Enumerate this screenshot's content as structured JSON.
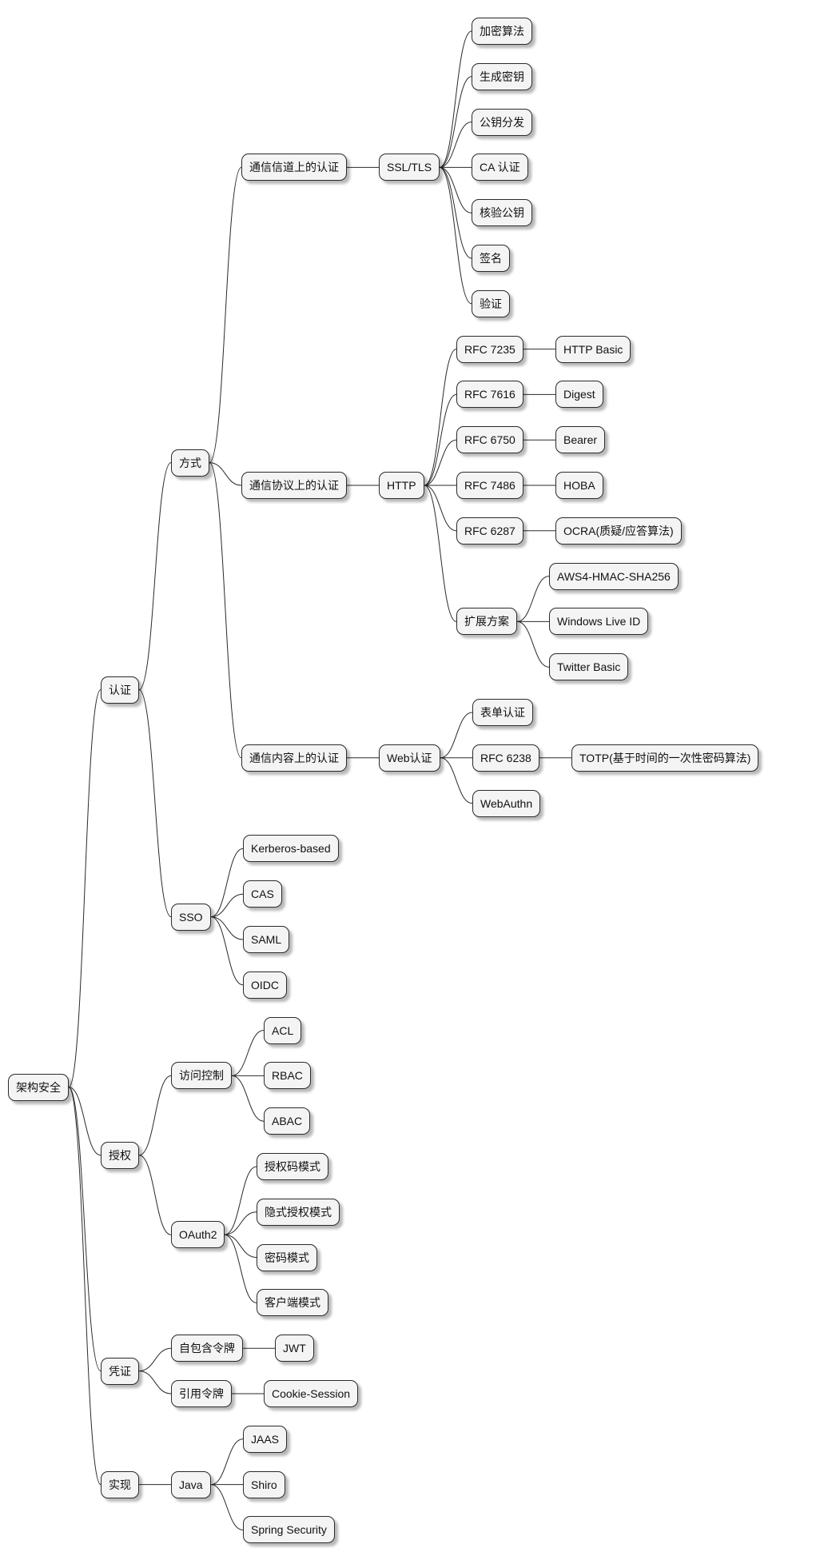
{
  "root": {
    "label": "架构安全",
    "children": [
      {
        "label": "认证",
        "children": [
          {
            "label": "方式",
            "children": [
              {
                "label": "通信信道上的认证",
                "children": [
                  {
                    "label": "SSL/TLS",
                    "children": [
                      {
                        "label": "加密算法"
                      },
                      {
                        "label": "生成密钥"
                      },
                      {
                        "label": "公钥分发"
                      },
                      {
                        "label": "CA 认证"
                      },
                      {
                        "label": "核验公钥"
                      },
                      {
                        "label": "签名"
                      },
                      {
                        "label": "验证"
                      }
                    ]
                  }
                ]
              },
              {
                "label": "通信协议上的认证",
                "children": [
                  {
                    "label": "HTTP",
                    "children": [
                      {
                        "label": "RFC 7235",
                        "children": [
                          {
                            "label": "HTTP Basic"
                          }
                        ]
                      },
                      {
                        "label": "RFC 7616",
                        "children": [
                          {
                            "label": "Digest"
                          }
                        ]
                      },
                      {
                        "label": "RFC 6750",
                        "children": [
                          {
                            "label": "Bearer"
                          }
                        ]
                      },
                      {
                        "label": "RFC 7486",
                        "children": [
                          {
                            "label": "HOBA"
                          }
                        ]
                      },
                      {
                        "label": "RFC 6287",
                        "children": [
                          {
                            "label": "OCRA(质疑/应答算法)"
                          }
                        ]
                      },
                      {
                        "label": "扩展方案",
                        "children": [
                          {
                            "label": "AWS4-HMAC-SHA256"
                          },
                          {
                            "label": "Windows Live ID"
                          },
                          {
                            "label": "Twitter Basic"
                          }
                        ]
                      }
                    ]
                  }
                ]
              },
              {
                "label": "通信内容上的认证",
                "children": [
                  {
                    "label": "Web认证",
                    "children": [
                      {
                        "label": "表单认证"
                      },
                      {
                        "label": "RFC 6238",
                        "children": [
                          {
                            "label": "TOTP(基于时间的一次性密码算法)"
                          }
                        ]
                      },
                      {
                        "label": "WebAuthn"
                      }
                    ]
                  }
                ]
              }
            ]
          },
          {
            "label": "SSO",
            "children": [
              {
                "label": "Kerberos-based"
              },
              {
                "label": "CAS"
              },
              {
                "label": "SAML"
              },
              {
                "label": "OIDC"
              }
            ]
          }
        ]
      },
      {
        "label": "授权",
        "children": [
          {
            "label": "访问控制",
            "children": [
              {
                "label": "ACL"
              },
              {
                "label": "RBAC"
              },
              {
                "label": "ABAC"
              }
            ]
          },
          {
            "label": "OAuth2",
            "children": [
              {
                "label": "授权码模式"
              },
              {
                "label": "隐式授权模式"
              },
              {
                "label": "密码模式"
              },
              {
                "label": "客户端模式"
              }
            ]
          }
        ]
      },
      {
        "label": "凭证",
        "children": [
          {
            "label": "自包含令牌",
            "children": [
              {
                "label": "JWT"
              }
            ]
          },
          {
            "label": "引用令牌",
            "children": [
              {
                "label": "Cookie-Session"
              }
            ]
          }
        ]
      },
      {
        "label": "实现",
        "children": [
          {
            "label": "Java",
            "children": [
              {
                "label": "JAAS"
              },
              {
                "label": "Shiro"
              },
              {
                "label": "Spring Security"
              }
            ]
          }
        ]
      }
    ]
  }
}
